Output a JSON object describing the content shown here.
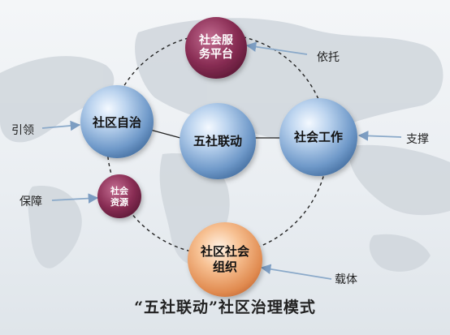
{
  "nodes": {
    "center": "五社联动",
    "top": "社会服务平台",
    "left": "社区自治",
    "right": "社会工作",
    "bottom": "社区社会组织",
    "small_left": "社会资源"
  },
  "arrows": {
    "top": "依托",
    "left": "引领",
    "right": "支撑",
    "small_left": "保障",
    "bottom": "载体"
  },
  "caption": "“五社联动”社区治理模式",
  "colors": {
    "blue_node": "#7fa6d3",
    "purple_node": "#8a2e55",
    "orange_node": "#e8955c",
    "arrow": "#8aa9c9"
  }
}
